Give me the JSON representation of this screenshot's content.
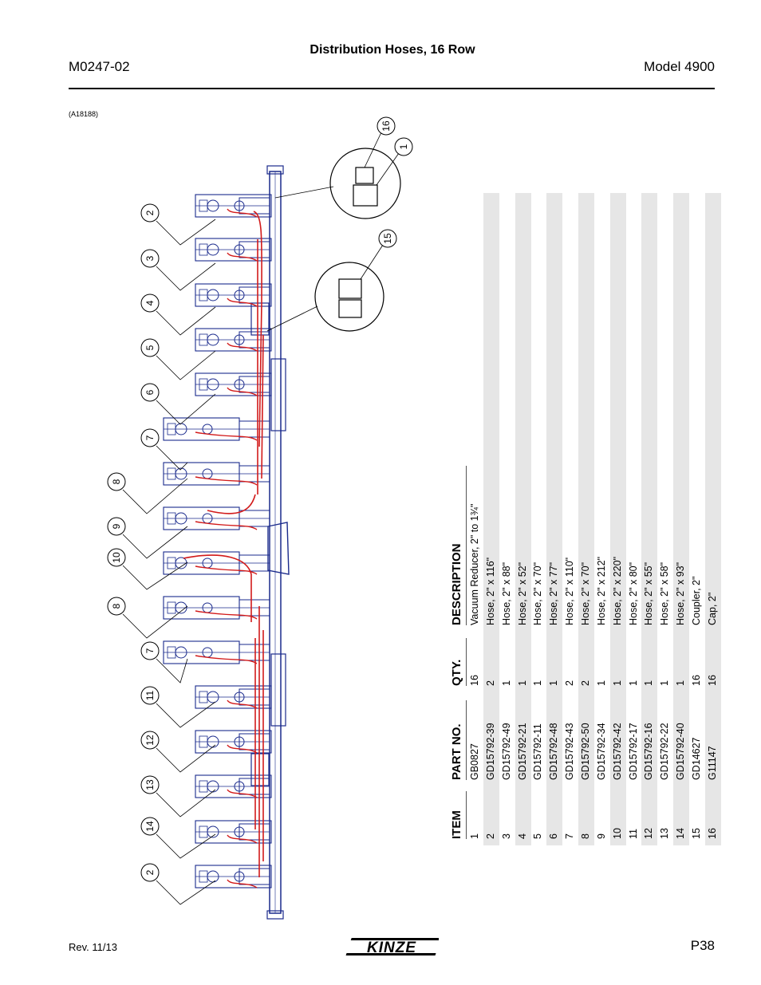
{
  "header": {
    "doc_number": "M0247-02",
    "title": "Distribution Hoses, 16 Row",
    "model": "Model 4900"
  },
  "figure": {
    "ref": "(A18188)",
    "callouts_left": [
      "2",
      "3",
      "4",
      "5",
      "6",
      "7",
      "8",
      "9",
      "10",
      "8",
      "7",
      "11",
      "12",
      "13",
      "14",
      "2"
    ],
    "callouts_right": [
      "16",
      "1",
      "15"
    ]
  },
  "table": {
    "headers": {
      "item": "ITEM",
      "part": "PART NO.",
      "qty": "QTY.",
      "desc": "DESCRIPTION"
    },
    "rows": [
      {
        "item": "1",
        "part": "GB0827",
        "qty": "16",
        "desc": "Vacuum Reducer, 2\" to 1¾\""
      },
      {
        "item": "2",
        "part": "GD15792-39",
        "qty": "2",
        "desc": "Hose, 2\" x 116\""
      },
      {
        "item": "3",
        "part": "GD15792-49",
        "qty": "1",
        "desc": "Hose, 2\" x 88\""
      },
      {
        "item": "4",
        "part": "GD15792-21",
        "qty": "1",
        "desc": "Hose, 2\" x 52\""
      },
      {
        "item": "5",
        "part": "GD15792-11",
        "qty": "1",
        "desc": "Hose, 2\" x 70\""
      },
      {
        "item": "6",
        "part": "GD15792-48",
        "qty": "1",
        "desc": "Hose, 2\" x 77\""
      },
      {
        "item": "7",
        "part": "GD15792-43",
        "qty": "2",
        "desc": "Hose, 2\" x 110\""
      },
      {
        "item": "8",
        "part": "GD15792-50",
        "qty": "2",
        "desc": "Hose, 2\" x 70\""
      },
      {
        "item": "9",
        "part": "GD15792-34",
        "qty": "1",
        "desc": "Hose, 2\" x 212\""
      },
      {
        "item": "10",
        "part": "GD15792-42",
        "qty": "1",
        "desc": "Hose, 2\" x 220\""
      },
      {
        "item": "11",
        "part": "GD15792-17",
        "qty": "1",
        "desc": "Hose, 2\" x 80\""
      },
      {
        "item": "12",
        "part": "GD15792-16",
        "qty": "1",
        "desc": "Hose, 2\" x 55\""
      },
      {
        "item": "13",
        "part": "GD15792-22",
        "qty": "1",
        "desc": "Hose, 2\" x 58\""
      },
      {
        "item": "14",
        "part": "GD15792-40",
        "qty": "1",
        "desc": "Hose, 2\" x 93\""
      },
      {
        "item": "15",
        "part": "GD14627",
        "qty": "16",
        "desc": "Coupler, 2\""
      },
      {
        "item": "16",
        "part": "G11147",
        "qty": "16",
        "desc": "Cap, 2\""
      }
    ]
  },
  "footer": {
    "revision": "Rev. 11/13",
    "brand": "KINZE",
    "page": "P38"
  },
  "colors": {
    "frame": "#1a2a8c",
    "hose": "#d21a1a",
    "shade": "#e6e6e6"
  }
}
